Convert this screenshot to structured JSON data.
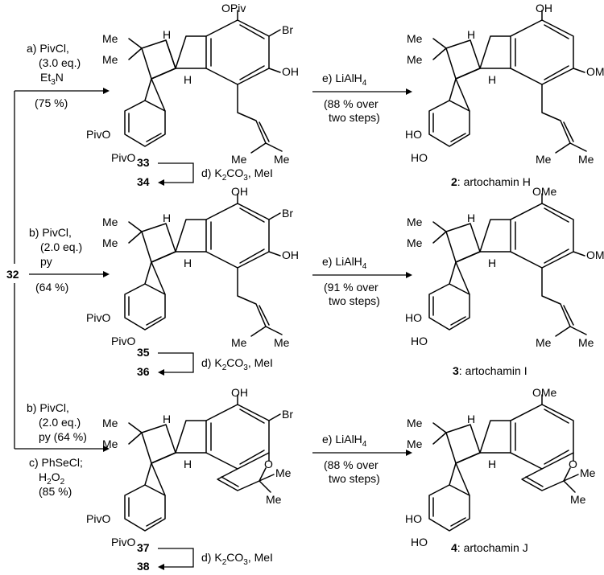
{
  "start_compound": "32",
  "rows": [
    {
      "step_a": "a) PivCl,",
      "step_a2": "(3.0 eq.)",
      "step_a3": "Et",
      "step_a3_sub": "3",
      "step_a3_tail": "N",
      "step_a4": "(75 %)",
      "int": {
        "top_sub": "OPiv",
        "br": "Br",
        "oh": "OH",
        "me1": "Me",
        "me2": "Me",
        "h1": "H",
        "h2": "H",
        "piv1": "PivO",
        "piv2": "PivO",
        "prenyl_me1": "Me",
        "prenyl_me2": "Me"
      },
      "cpd_a": "33",
      "cpd_b": "34",
      "step_d": "d) K",
      "step_d_sub": "2",
      "step_d_tail": "CO",
      "step_d_sub2": "3",
      "step_d_tail2": ", MeI",
      "step_e": "e) LiAlH",
      "step_e_sub": "4",
      "step_e_yield1": "(88 % over",
      "step_e_yield2": "two steps)",
      "prod": {
        "top_sub": "OH",
        "ome": "OMe",
        "me1": "Me",
        "me2": "Me",
        "h1": "H",
        "h2": "H",
        "ho1": "HO",
        "ho2": "HO",
        "prenyl_me1": "Me",
        "prenyl_me2": "Me"
      },
      "prod_num": "2",
      "prod_name": ": artochamin H"
    },
    {
      "step_b": "b) PivCl,",
      "step_b2": "(2.0 eq.)",
      "step_b3": "py",
      "step_b4": "(64 %)",
      "int": {
        "top_sub": "OH",
        "br": "Br",
        "oh": "OH",
        "me1": "Me",
        "me2": "Me",
        "h1": "H",
        "h2": "H",
        "piv1": "PivO",
        "piv2": "PivO",
        "prenyl_me1": "Me",
        "prenyl_me2": "Me"
      },
      "cpd_a": "35",
      "cpd_b": "36",
      "step_d": "d) K",
      "step_d_sub": "2",
      "step_d_tail": "CO",
      "step_d_sub2": "3",
      "step_d_tail2": ", MeI",
      "step_e": "e) LiAlH",
      "step_e_sub": "4",
      "step_e_yield1": "(91 % over",
      "step_e_yield2": "two steps)",
      "prod": {
        "top_sub": "OMe",
        "ome": "OMe",
        "me1": "Me",
        "me2": "Me",
        "h1": "H",
        "h2": "H",
        "ho1": "HO",
        "ho2": "HO",
        "prenyl_me1": "Me",
        "prenyl_me2": "Me"
      },
      "prod_num": "3",
      "prod_name": ": artochamin I"
    },
    {
      "step_b": "b) PivCl,",
      "step_b2": "(2.0 eq.)",
      "step_b3": "py (64 %)",
      "step_c1": "c) PhSeCl;",
      "step_c2": "H",
      "step_c2_sub": "2",
      "step_c2_tail": "O",
      "step_c2_sub2": "2",
      "step_c3": "(85 %)",
      "int": {
        "top_sub": "OH",
        "br": "Br",
        "o": "O",
        "me1": "Me",
        "me2": "Me",
        "h1": "H",
        "h2": "H",
        "piv1": "PivO",
        "piv2": "PivO",
        "gem_me1": "Me",
        "gem_me2": "Me"
      },
      "cpd_a": "37",
      "cpd_b": "38",
      "step_d": "d) K",
      "step_d_sub": "2",
      "step_d_tail": "CO",
      "step_d_sub2": "3",
      "step_d_tail2": ", MeI",
      "step_e": "e) LiAlH",
      "step_e_sub": "4",
      "step_e_yield1": "(88 % over",
      "step_e_yield2": "two steps)",
      "prod": {
        "top_sub": "OMe",
        "o": "O",
        "me1": "Me",
        "me2": "Me",
        "h1": "H",
        "h2": "H",
        "ho1": "HO",
        "ho2": "HO",
        "gem_me1": "Me",
        "gem_me2": "Me"
      },
      "prod_num": "4",
      "prod_name": ": artochamin J"
    }
  ]
}
